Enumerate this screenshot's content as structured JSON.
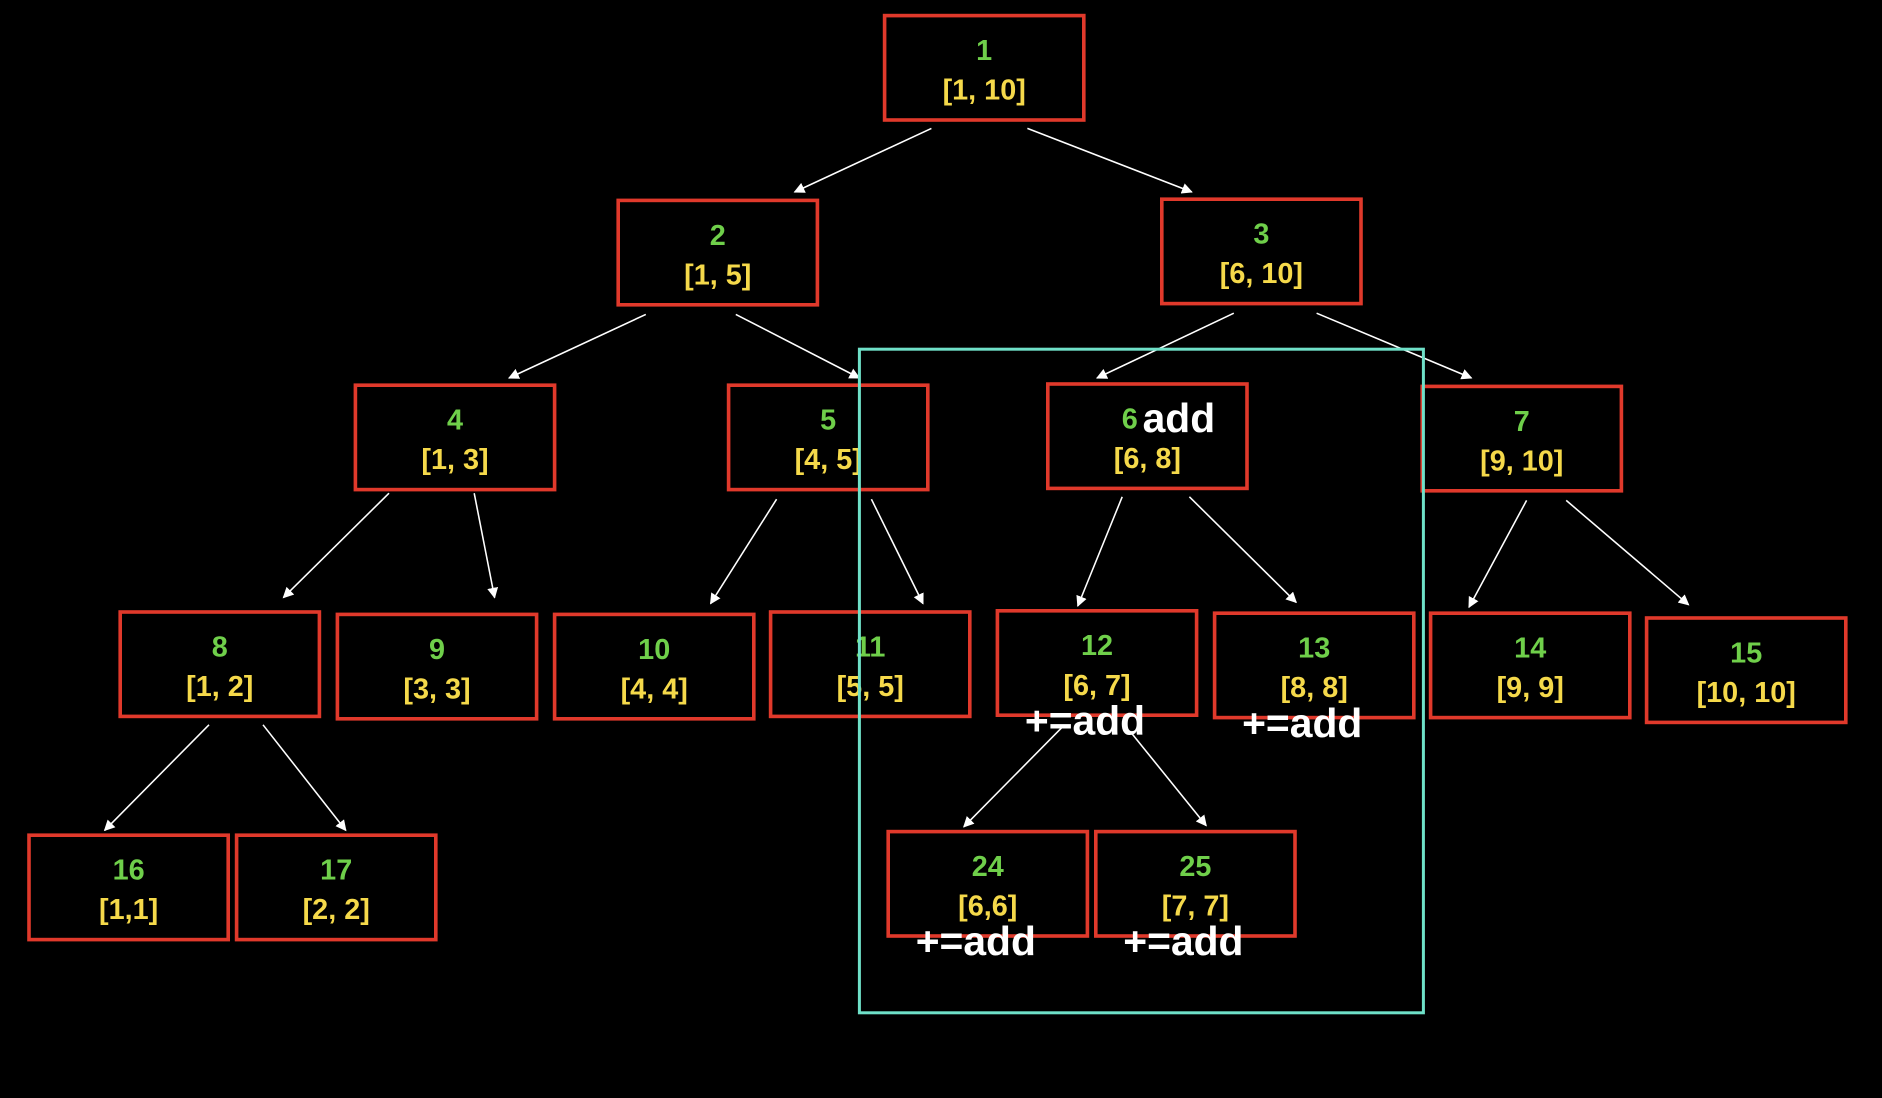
{
  "colors": {
    "background": "#000000",
    "box_border": "#e0392b",
    "node_id": "#6fcf4a",
    "range": "#f5d94a",
    "edge": "#ffffff",
    "highlight": "#6fe0c8",
    "annotation": "#ffffff"
  },
  "nodes": [
    {
      "id": "1",
      "range": "[1, 10]"
    },
    {
      "id": "2",
      "range": "[1, 5]"
    },
    {
      "id": "3",
      "range": "[6, 10]"
    },
    {
      "id": "4",
      "range": "[1, 3]"
    },
    {
      "id": "5",
      "range": "[4, 5]"
    },
    {
      "id": "6",
      "range": "[6, 8]",
      "annotation": "add"
    },
    {
      "id": "7",
      "range": "[9, 10]"
    },
    {
      "id": "8",
      "range": "[1, 2]"
    },
    {
      "id": "9",
      "range": "[3, 3]"
    },
    {
      "id": "10",
      "range": "[4, 4]"
    },
    {
      "id": "11",
      "range": "[5, 5]"
    },
    {
      "id": "12",
      "range": "[6, 7]",
      "annotation": "+=add"
    },
    {
      "id": "13",
      "range": "[8, 8]",
      "annotation": "+=add"
    },
    {
      "id": "14",
      "range": "[9, 9]"
    },
    {
      "id": "15",
      "range": "[10, 10]"
    },
    {
      "id": "16",
      "range": "[1,1]"
    },
    {
      "id": "17",
      "range": "[2, 2]"
    },
    {
      "id": "24",
      "range": "[6,6]",
      "annotation": "+=add"
    },
    {
      "id": "25",
      "range": "[7, 7]",
      "annotation": "+=add"
    }
  ],
  "edges": [
    [
      "1",
      "2"
    ],
    [
      "1",
      "3"
    ],
    [
      "2",
      "4"
    ],
    [
      "2",
      "5"
    ],
    [
      "3",
      "6"
    ],
    [
      "3",
      "7"
    ],
    [
      "4",
      "8"
    ],
    [
      "4",
      "9"
    ],
    [
      "5",
      "10"
    ],
    [
      "5",
      "11"
    ],
    [
      "6",
      "12"
    ],
    [
      "6",
      "13"
    ],
    [
      "7",
      "14"
    ],
    [
      "7",
      "15"
    ],
    [
      "8",
      "16"
    ],
    [
      "8",
      "17"
    ],
    [
      "12",
      "24"
    ],
    [
      "12",
      "25"
    ]
  ],
  "highlight_region": [
    "6",
    "12",
    "13",
    "24",
    "25"
  ]
}
